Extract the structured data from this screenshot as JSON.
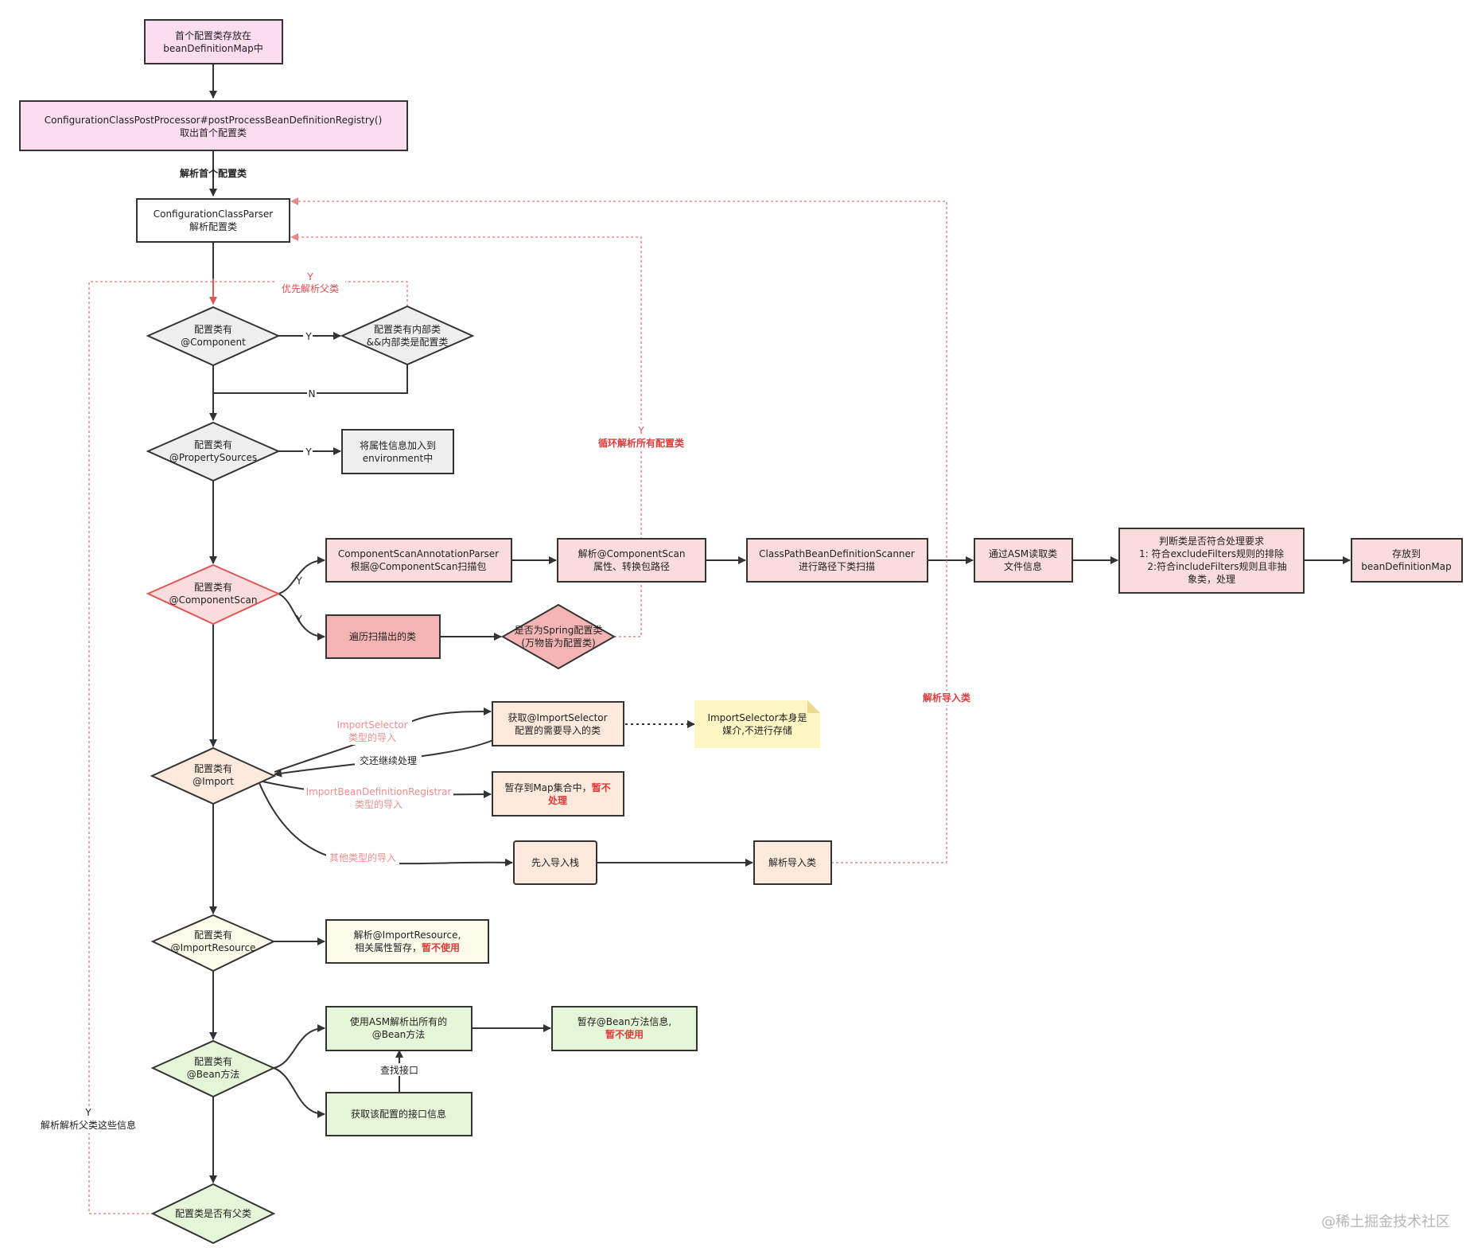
{
  "nodes": {
    "n_first": {
      "lines": [
        "首个配置类存放在",
        "beanDefinitionMap中"
      ]
    },
    "n_processor": {
      "lines": [
        "ConfigurationClassPostProcessor#postProcessBeanDefinitionRegistry()",
        "取出首个配置类"
      ]
    },
    "n_parser": {
      "lines": [
        "ConfigurationClassParser",
        "解析配置类"
      ]
    },
    "d_component": {
      "lines": [
        "配置类有",
        "@Component"
      ]
    },
    "d_inner": {
      "lines": [
        "配置类有内部类",
        "&&内部类是配置类"
      ]
    },
    "d_propsrc": {
      "lines": [
        "配置类有",
        "@PropertySources"
      ]
    },
    "n_env": {
      "lines": [
        "将属性信息加入到",
        "environment中"
      ]
    },
    "d_compscan": {
      "lines": [
        "配置类有",
        "@ComponentScan"
      ]
    },
    "n_scanparser": {
      "lines": [
        "ComponentScanAnnotationParser",
        "根据@ComponentScan扫描包"
      ]
    },
    "n_parseattr": {
      "lines": [
        "解析@ComponentScan",
        "属性、转换包路径"
      ]
    },
    "n_cpscanner": {
      "lines": [
        "ClassPathBeanDefinitionScanner",
        "进行路径下类扫描"
      ]
    },
    "n_asm": {
      "lines": [
        "通过ASM读取类",
        "文件信息"
      ]
    },
    "n_judge": {
      "lines": [
        "判断类是否符合处理要求",
        "1: 符合excludeFilters规则的排除",
        "2:符合includeFilters规则且非抽",
        "象类，处理"
      ]
    },
    "n_store": {
      "lines": [
        "存放到",
        "beanDefinitionMap"
      ]
    },
    "n_traverse": {
      "lines": [
        "遍历扫描出的类"
      ]
    },
    "d_isspring": {
      "lines": [
        "是否为Spring配置类",
        "(万物皆为配置类)"
      ]
    },
    "d_import": {
      "lines": [
        "配置类有",
        "@Import"
      ]
    },
    "n_getimport": {
      "lines": [
        "获取@ImportSelector",
        "配置的需要导入的类"
      ]
    },
    "n_note": {
      "lines": [
        "ImportSelector本身是",
        "媒介,不进行存储"
      ]
    },
    "n_mapstore": {
      "parts": [
        {
          "text": "暂存到Map集合中，",
          "style": "normal"
        },
        {
          "text": "暂不",
          "style": "red"
        }
      ],
      "line2": "处理"
    },
    "n_stack": {
      "lines": [
        "先入导入栈"
      ]
    },
    "n_parseimport": {
      "lines": [
        "解析导入类"
      ]
    },
    "d_importres": {
      "lines": [
        "配置类有",
        "@ImportResource"
      ]
    },
    "n_importres": {
      "line1": "解析@ImportResource,",
      "parts": [
        {
          "text": "相关属性暂存，",
          "style": "normal"
        },
        {
          "text": "暂不使用",
          "style": "red"
        }
      ]
    },
    "d_bean": {
      "lines": [
        "配置类有",
        "@Bean方法"
      ]
    },
    "n_asmbean": {
      "lines": [
        "使用ASM解析出所有的",
        "@Bean方法"
      ]
    },
    "n_beaninfo": {
      "line1": "暂存@Bean方法信息,",
      "line2": "暂不使用"
    },
    "n_iface": {
      "lines": [
        "获取该配置的接口信息"
      ]
    },
    "d_parent": {
      "lines": [
        "配置类是否有父类"
      ]
    }
  },
  "edge_labels": {
    "parse_first": "解析首个配置类",
    "comp_inner_y": "Y",
    "inner_n": "N",
    "parent_first_y": "Y",
    "parent_first": "优先解析父类",
    "prop_y": "Y",
    "scan_y1": "Y",
    "scan_y2": "Y",
    "loop_y": "Y",
    "loop_all": "循环解析所有配置类",
    "import_selector_1": "ImportSelector",
    "import_selector_2": "类型的导入",
    "hand_back": "交还继续处理",
    "registrar_1": "ImportBeanDefinitionRegistrar",
    "registrar_2": "类型的导入",
    "other_import": "其他类型的导入",
    "parse_import": "解析导入类",
    "find_iface": "查找接口",
    "parent_y": "Y",
    "parent_info": "解析解析父类这些信息"
  },
  "watermark": "@稀土掘金技术社区",
  "colors": {
    "pink_top": "#fcdcef",
    "pink_light": "#fadcdc",
    "pink_strong": "#f5b4b4",
    "peach": "#fdeadc",
    "cream": "#fcfbe9",
    "green": "#e4f5d8",
    "gray": "#eeeeee",
    "note": "#fef6c3",
    "red_dashed": "#e27373",
    "red_text": "#e03a3a"
  }
}
